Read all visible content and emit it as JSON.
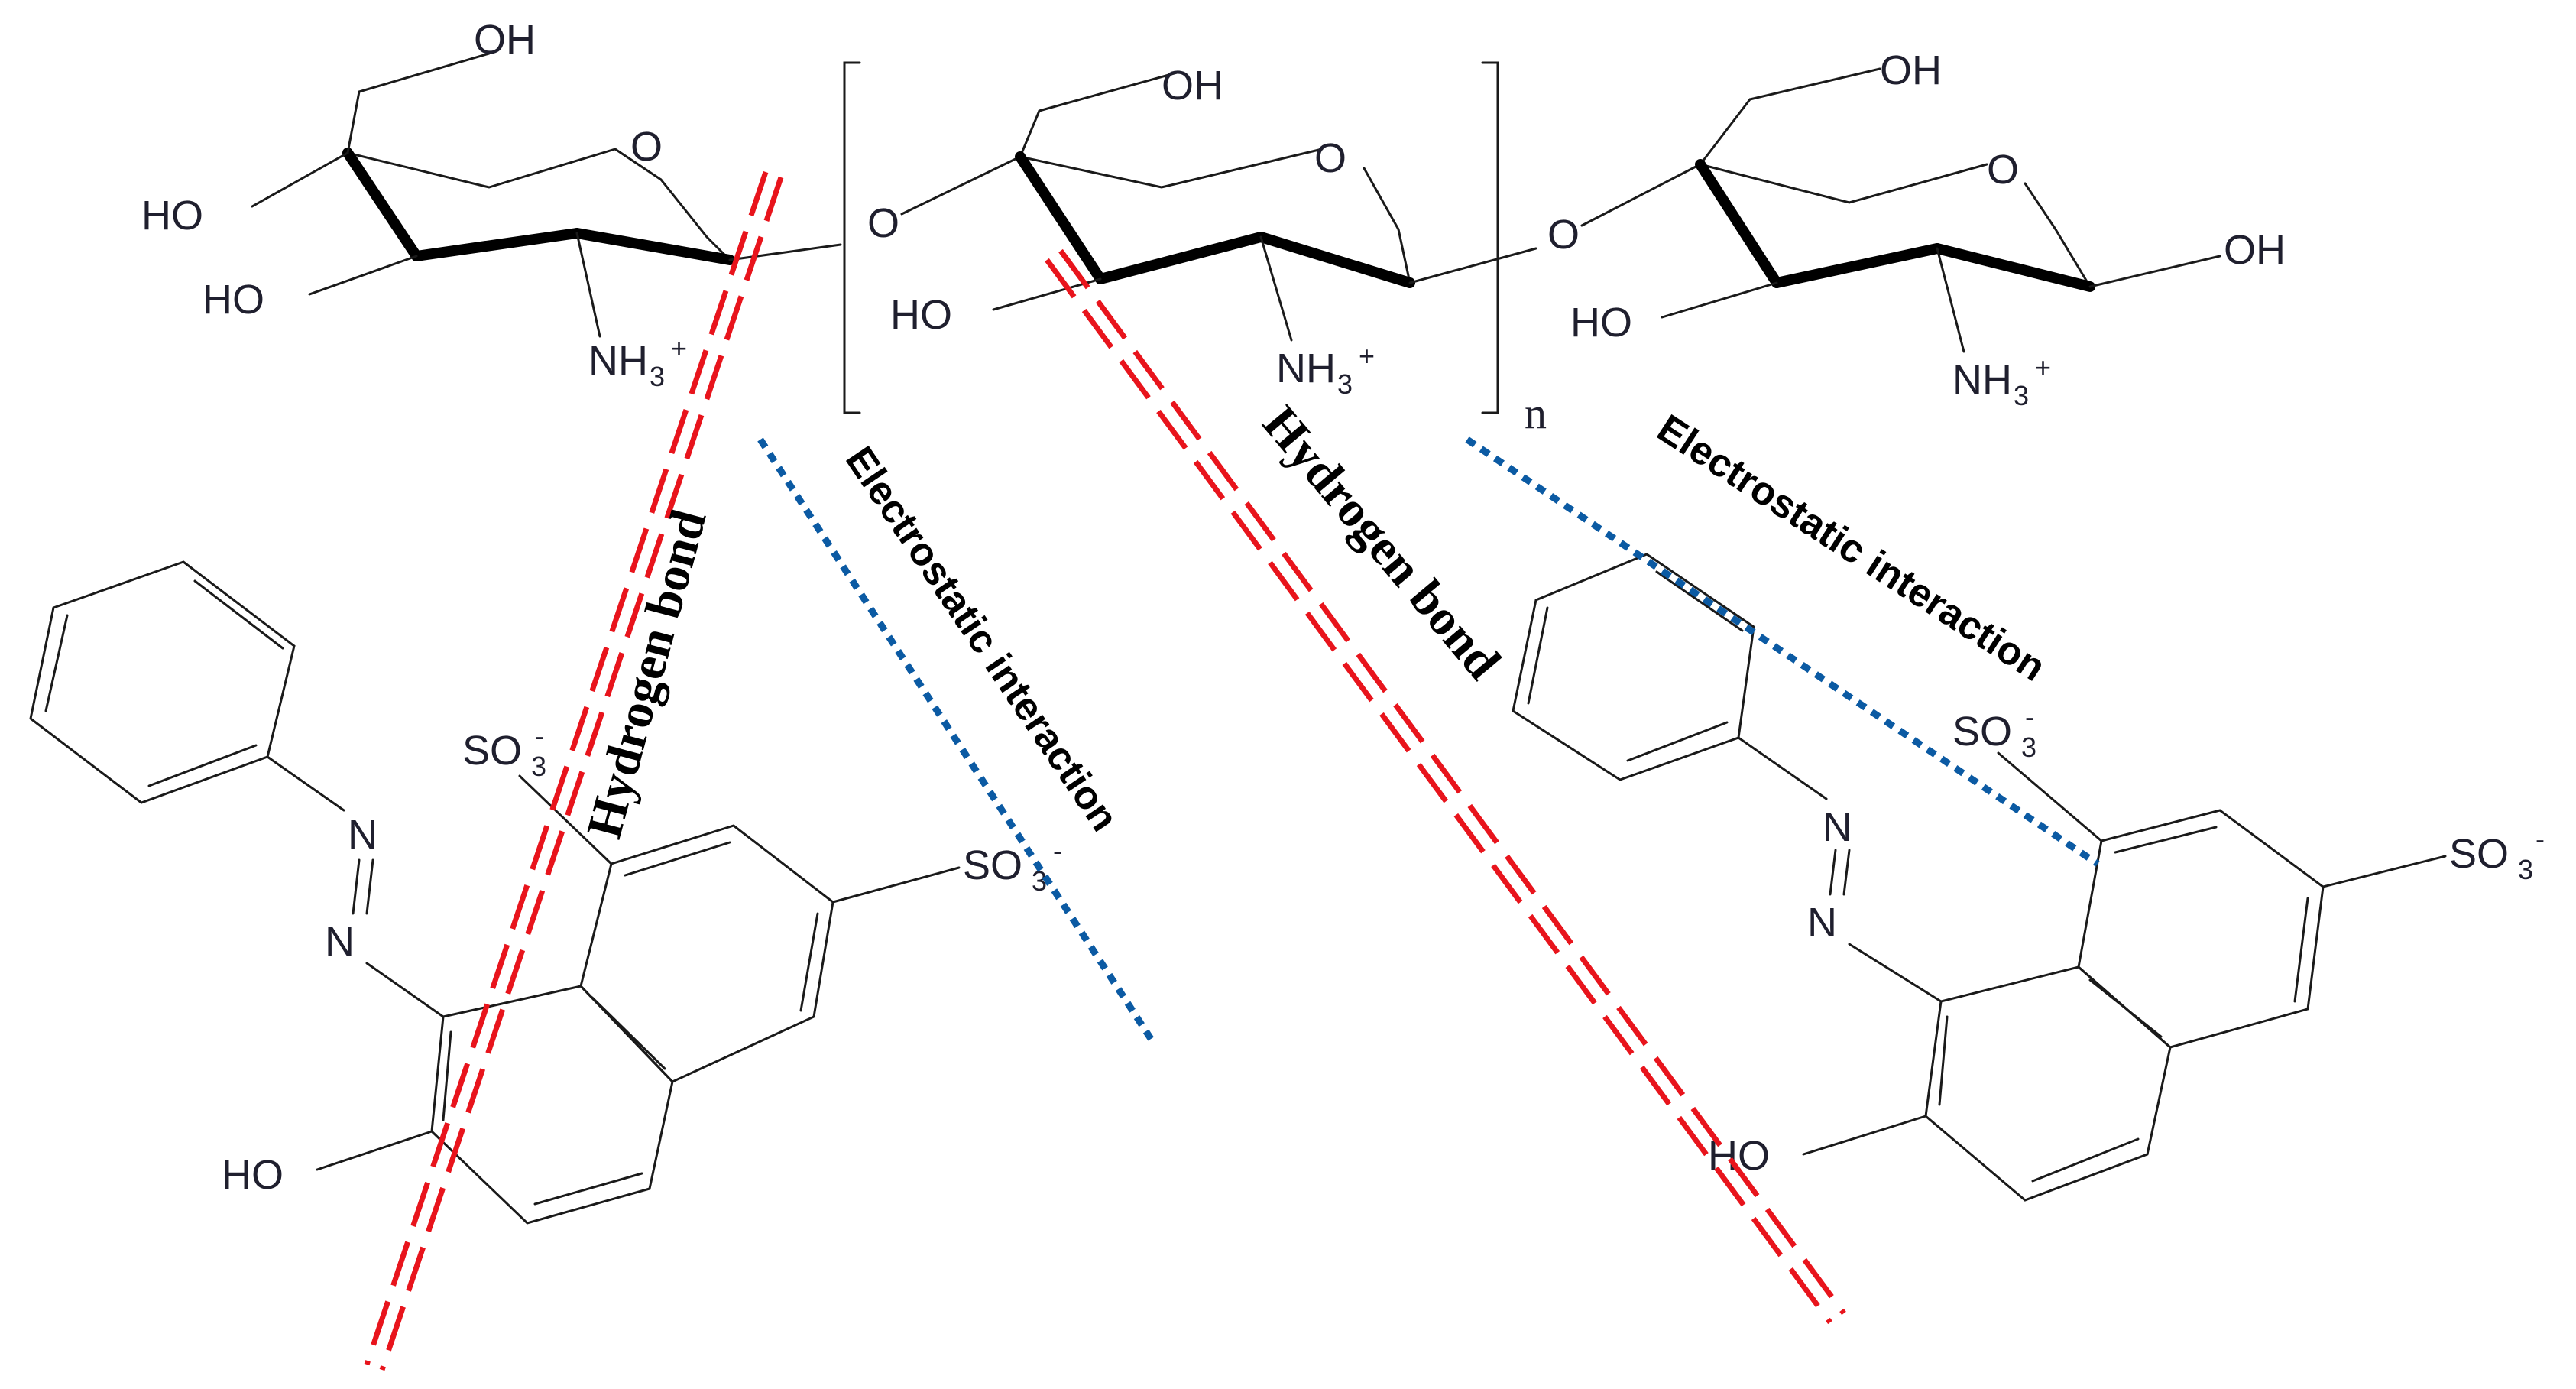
{
  "atoms": {
    "oh": "OH",
    "ho": "HO",
    "o": "O",
    "nh3": "NH",
    "nh3_sub": "3",
    "nh3_sup": "+",
    "n": "N",
    "so3": "SO",
    "so3_sub": "3",
    "so3_sup": "-"
  },
  "repeat_index": "n",
  "interactions": {
    "hydrogen_bond": "Hydrogen bond",
    "electrostatic": "Electrostatic interaction"
  },
  "colors": {
    "hydrogen_bond_line": "#e8141c",
    "electrostatic_line": "#0b5aa3",
    "bond_line": "#1a1a1a"
  }
}
